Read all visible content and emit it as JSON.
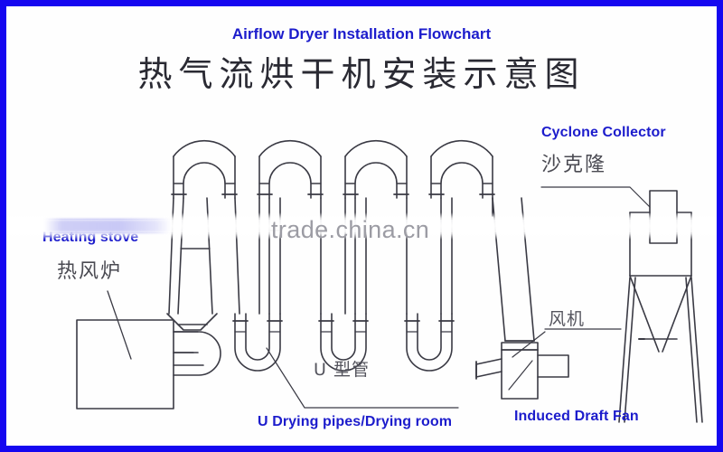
{
  "figure": {
    "title_en": "Airflow Dryer Installation Flowchart",
    "title_cn": "热气流烘干机安装示意图",
    "border_color": "#1507f0",
    "background_color": "#fefefe",
    "label_color": "#1c1ccc",
    "line_color": "#3a3a44"
  },
  "watermark": {
    "text": "trade.china.cn",
    "color": "#9c9ca4"
  },
  "labels": {
    "heating_stove_en": "Heating stove",
    "heating_stove_cn": "热风炉",
    "cyclone_en": "Cyclone Collector",
    "cyclone_cn": "沙克隆",
    "fan_en": "Induced Draft Fan",
    "fan_cn": "风机",
    "upipe_en": "U Drying pipes/Drying room",
    "upipe_cn": "U 型管"
  }
}
